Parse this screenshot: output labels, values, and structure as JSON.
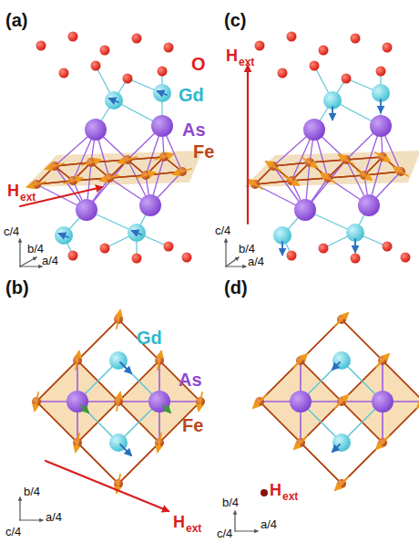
{
  "diagram": {
    "labels": [
      "(a)",
      "O",
      "Gd",
      "As",
      "Fe",
      "H",
      "ext",
      "c/4",
      "b/4",
      "a/4",
      "(c)",
      "H",
      "ext",
      "c/4",
      "b/4",
      "a/4",
      "(b)",
      "Gd",
      "As",
      "Fe",
      "b/4",
      "c/4",
      "a/4",
      "H",
      "ext",
      "(d)",
      "b/4",
      "c/4",
      "a/4",
      "H",
      "ext"
    ]
  }
}
